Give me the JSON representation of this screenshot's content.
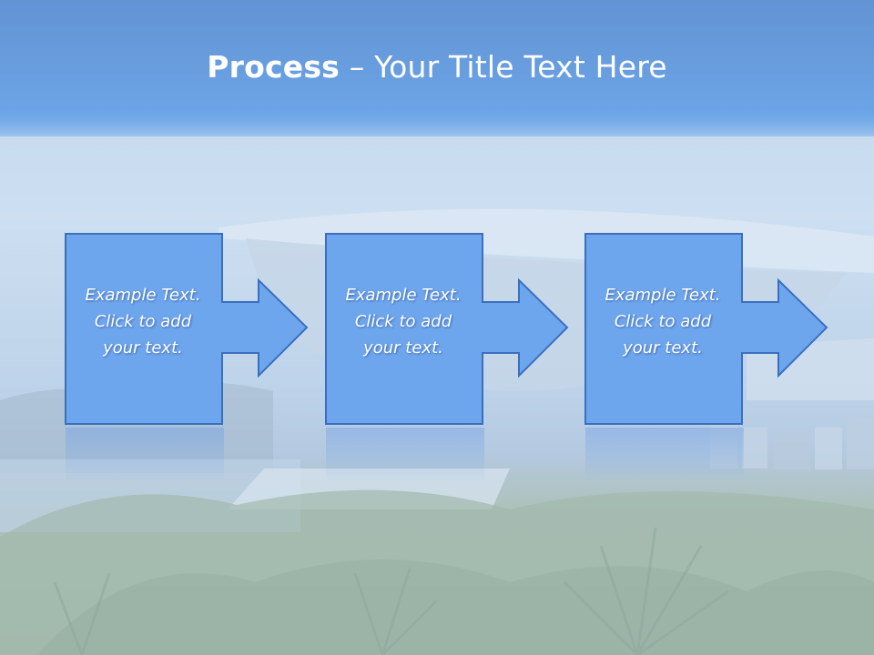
{
  "title": {
    "bold": "Process",
    "rest": " – Your Title Text Here"
  },
  "steps": [
    {
      "text_line1": "Example Text.",
      "text_line2": "Click  to add",
      "text_line3": "your text."
    },
    {
      "text_line1": "Example Text.",
      "text_line2": "Click  to add",
      "text_line3": "your text."
    },
    {
      "text_line1": "Example Text.",
      "text_line2": "Click  to add",
      "text_line3": "your text."
    }
  ],
  "colors": {
    "title_band": "#3a86e0",
    "box_fill": "#6ea6ee",
    "box_border": "#3a6fc0",
    "text": "#ffffff"
  }
}
